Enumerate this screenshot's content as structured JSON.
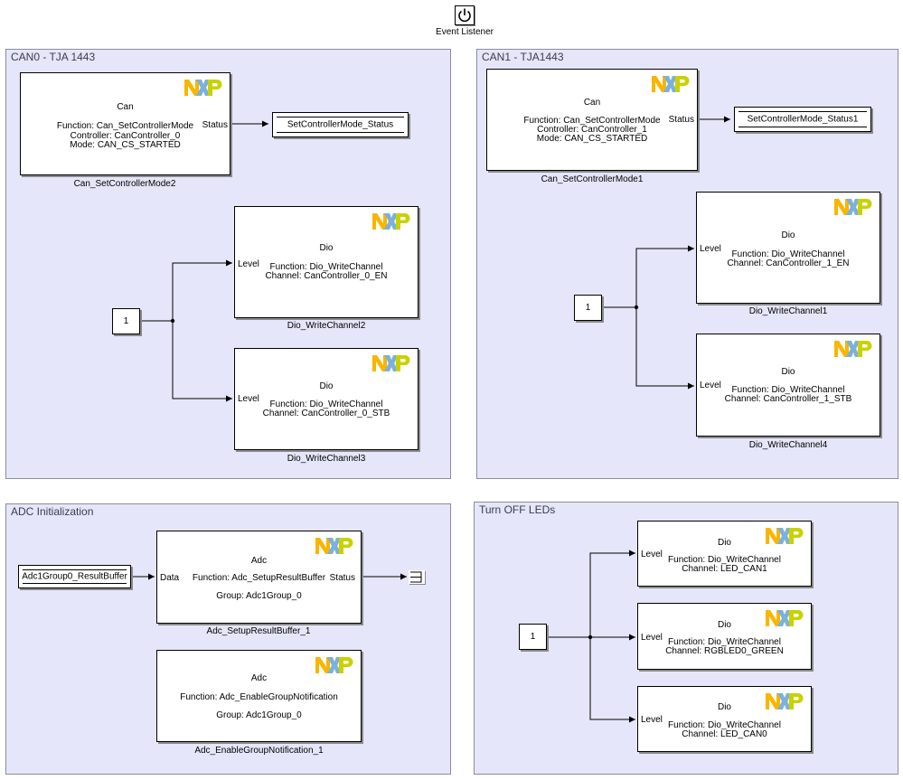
{
  "event_listener": {
    "label": "Event Listener",
    "icon": "power-icon"
  },
  "areas": {
    "can0": {
      "title": "CAN0 - TJA 1443"
    },
    "can1": {
      "title": "CAN1 - TJA1443"
    },
    "adc": {
      "title": "ADC Initialization"
    },
    "leds": {
      "title": "Turn OFF LEDs"
    }
  },
  "blocks": {
    "can0_ctrl": {
      "header": "Can",
      "line1": "Function: Can_SetControllerMode",
      "line2": "Controller: CanController_0",
      "line3": "Mode: CAN_CS_STARTED",
      "port_out": "Status",
      "name": "Can_SetControllerMode2"
    },
    "can0_store": {
      "label": "SetControllerMode_Status"
    },
    "can0_en": {
      "header": "Dio",
      "port_in": "Level",
      "line1": "Function: Dio_WriteChannel",
      "line2": "Channel: CanController_0_EN",
      "name": "Dio_WriteChannel2"
    },
    "can0_stb": {
      "header": "Dio",
      "port_in": "Level",
      "line1": "Function: Dio_WriteChannel",
      "line2": "Channel: CanController_0_STB",
      "name": "Dio_WriteChannel3"
    },
    "can0_const": {
      "value": "1"
    },
    "can1_ctrl": {
      "header": "Can",
      "line1": "Function: Can_SetControllerMode",
      "line2": "Controller: CanController_1",
      "line3": "Mode: CAN_CS_STARTED",
      "port_out": "Status",
      "name": "Can_SetControllerMode1"
    },
    "can1_store": {
      "label": "SetControllerMode_Status1"
    },
    "can1_en": {
      "header": "Dio",
      "port_in": "Level",
      "line1": "Function: Dio_WriteChannel",
      "line2": "Channel: CanController_1_EN",
      "name": "Dio_WriteChannel1"
    },
    "can1_stb": {
      "header": "Dio",
      "port_in": "Level",
      "line1": "Function: Dio_WriteChannel",
      "line2": "Channel: CanController_1_STB",
      "name": "Dio_WriteChannel4"
    },
    "can1_const": {
      "value": "1"
    },
    "adc_read": {
      "label": "Adc1Group0_ResultBuffer"
    },
    "adc_setup": {
      "header": "Adc",
      "port_in": "Data",
      "line1": "Function: Adc_SetupResultBuffer",
      "port_out": "Status",
      "line2": "Group: Adc1Group_0",
      "name": "Adc_SetupResultBuffer_1"
    },
    "adc_notify": {
      "header": "Adc",
      "line1": "Function: Adc_EnableGroupNotification",
      "line2": "Group: Adc1Group_0",
      "name": "Adc_EnableGroupNotification_1"
    },
    "led_can1": {
      "header": "Dio",
      "port_in": "Level",
      "line1": "Function: Dio_WriteChannel",
      "line2": "Channel: LED_CAN1"
    },
    "led_rgb": {
      "header": "Dio",
      "port_in": "Level",
      "line1": "Function: Dio_WriteChannel",
      "line2": "Channel: RGBLED0_GREEN"
    },
    "led_can0": {
      "header": "Dio",
      "port_in": "Level",
      "line1": "Function: Dio_WriteChannel",
      "line2": "Channel: LED_CAN0"
    },
    "leds_const": {
      "value": "1"
    }
  },
  "colors": {
    "area_bg": "#e6e6fa",
    "nxp_n": "#f9b500",
    "nxp_x": "#7bb1db",
    "nxp_p": "#c9d200"
  }
}
